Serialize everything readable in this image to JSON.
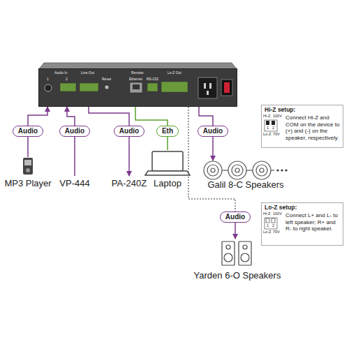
{
  "diagram": {
    "nodes": [
      {
        "text": [
          "Audio In",
          "Line Out",
          "Remote",
          "Lo-Z Out",
          "1",
          "2",
          "Reset",
          "Ethernet",
          "RS-232"
        ]
      },
      {
        "text": [
          "Audio"
        ]
      },
      {
        "text": [
          "Audio"
        ]
      },
      {
        "text": [
          "Audio"
        ]
      },
      {
        "text": [
          "Eth"
        ]
      },
      {
        "text": [
          "Audio"
        ]
      },
      {
        "text": [
          "Audio"
        ]
      },
      {
        "text": [
          "MP3 Player"
        ]
      },
      {
        "text": [
          "VP-444"
        ]
      },
      {
        "text": [
          "PA-240Z"
        ]
      },
      {
        "text": [
          "Laptop"
        ]
      },
      {
        "text": [
          "Galil 8-C Speakers"
        ]
      },
      {
        "text": [
          "Yarden 6-O Speakers"
        ]
      },
      {
        "text": [
          "Hi-Z setup:",
          "Connect Hi-Z and COM on the device to (+) and (-) on the speaker, respectively."
        ]
      },
      {
        "text": [
          "Lo-Z setup:",
          "Connect L+ and L- to left speaker; R+ and R- to right speaker."
        ]
      }
    ],
    "edges": [
      {
        "from": 7,
        "to": 1,
        "arrow": "none"
      },
      {
        "from": 1,
        "to": 0,
        "arrow": "to"
      },
      {
        "from": 8,
        "to": 2,
        "arrow": "none"
      },
      {
        "from": 2,
        "to": 0,
        "arrow": "to"
      },
      {
        "from": 0,
        "to": 3,
        "arrow": "none"
      },
      {
        "from": 3,
        "to": 9,
        "arrow": "to"
      },
      {
        "from": 0,
        "to": 4,
        "arrow": "none"
      },
      {
        "from": 4,
        "to": 10,
        "arrow": "none"
      },
      {
        "from": 0,
        "to": 5,
        "arrow": "none"
      },
      {
        "from": 5,
        "to": 11,
        "arrow": "to"
      },
      {
        "from": 0,
        "to": 6,
        "arrow": "none"
      },
      {
        "from": 6,
        "to": 12,
        "arrow": "to"
      }
    ],
    "labels": [
      "Hi-Z",
      "100V",
      "1",
      "2",
      "Lo-Z",
      "70V",
      "Hi-Z",
      "100V",
      "1",
      "2",
      "Lo-Z",
      "70V"
    ]
  }
}
